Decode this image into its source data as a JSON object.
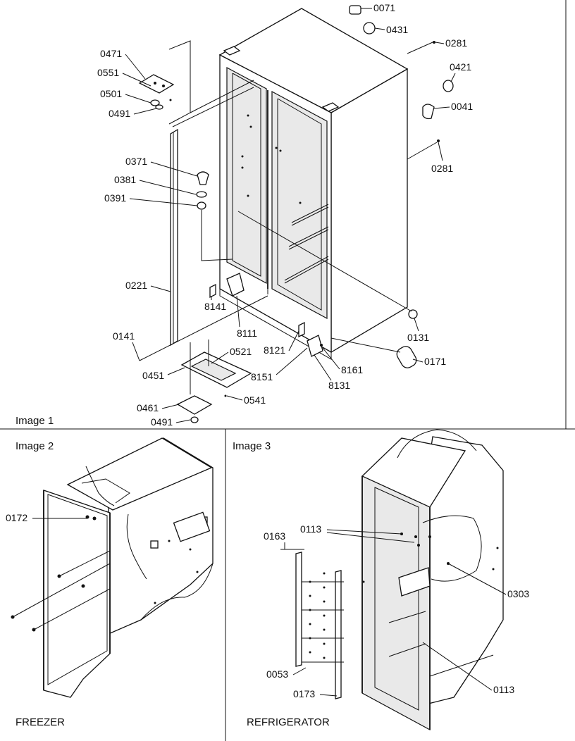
{
  "images": {
    "image1": {
      "caption": "Image 1",
      "parts": {
        "p0071": "0071",
        "p0431": "0431",
        "p0281a": "0281",
        "p0421": "0421",
        "p0041": "0041",
        "p0281b": "0281",
        "p0471": "0471",
        "p0551": "0551",
        "p0501": "0501",
        "p0491a": "0491",
        "p0371": "0371",
        "p0381": "0381",
        "p0391": "0391",
        "p0221": "0221",
        "p8141": "8141",
        "p8111": "8111",
        "p0141": "0141",
        "p0131": "0131",
        "p8121": "8121",
        "p0521": "0521",
        "p0451": "0451",
        "p8151": "8151",
        "p8161": "8161",
        "p0171": "0171",
        "p8131": "8131",
        "p0541": "0541",
        "p0461": "0461",
        "p0491b": "0491"
      }
    },
    "image2": {
      "caption": "Image 2",
      "section_label": "FREEZER",
      "parts": {
        "p0172": "0172"
      }
    },
    "image3": {
      "caption": "Image 3",
      "section_label": "REFRIGERATOR",
      "parts": {
        "p0163": "0163",
        "p0113a": "0113",
        "p0303": "0303",
        "p0053": "0053",
        "p0173": "0173",
        "p0113b": "0113"
      }
    }
  }
}
